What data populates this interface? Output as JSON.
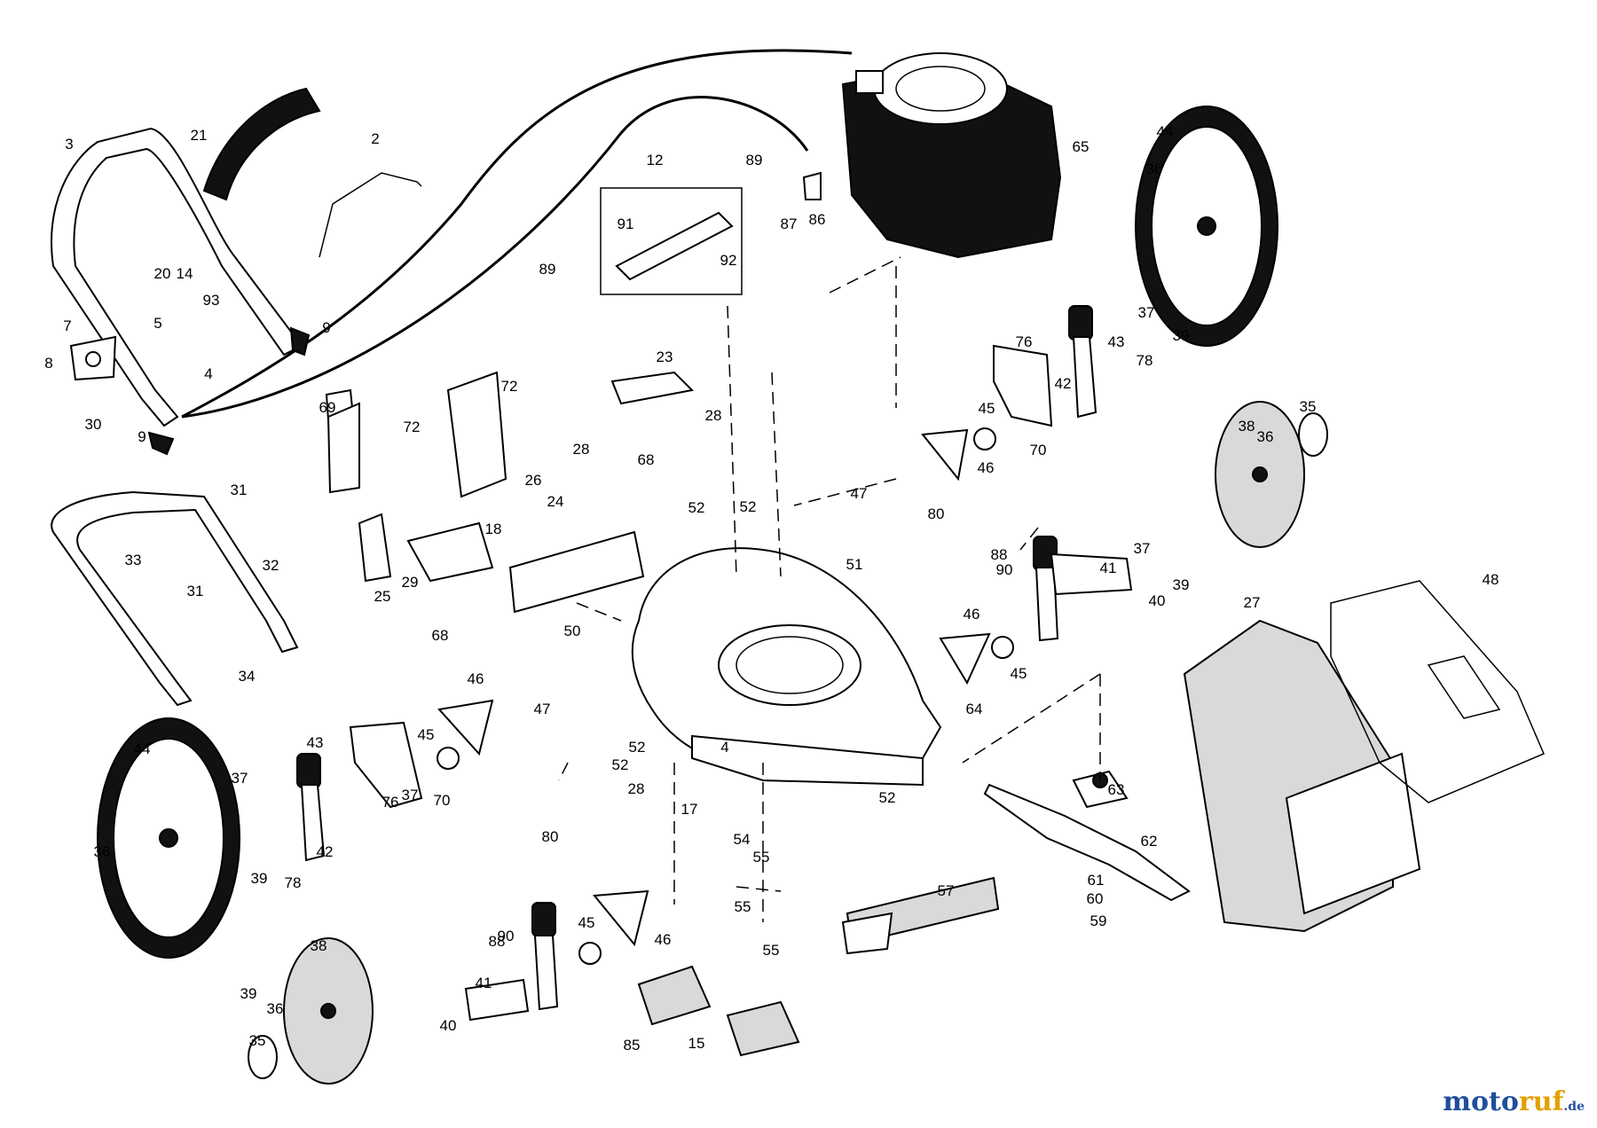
{
  "diagram": {
    "type": "exploded-parts-diagram",
    "callouts": [
      {
        "label": "2"
      },
      {
        "label": "3"
      },
      {
        "label": "4"
      },
      {
        "label": "4"
      },
      {
        "label": "5"
      },
      {
        "label": "7"
      },
      {
        "label": "8"
      },
      {
        "label": "9"
      },
      {
        "label": "9"
      },
      {
        "label": "12"
      },
      {
        "label": "14"
      },
      {
        "label": "15"
      },
      {
        "label": "17"
      },
      {
        "label": "18"
      },
      {
        "label": "20"
      },
      {
        "label": "21"
      },
      {
        "label": "23"
      },
      {
        "label": "24"
      },
      {
        "label": "25"
      },
      {
        "label": "26"
      },
      {
        "label": "27"
      },
      {
        "label": "28"
      },
      {
        "label": "28"
      },
      {
        "label": "28"
      },
      {
        "label": "29"
      },
      {
        "label": "30"
      },
      {
        "label": "31"
      },
      {
        "label": "31"
      },
      {
        "label": "32"
      },
      {
        "label": "33"
      },
      {
        "label": "34"
      },
      {
        "label": "35"
      },
      {
        "label": "35"
      },
      {
        "label": "36"
      },
      {
        "label": "36"
      },
      {
        "label": "36"
      },
      {
        "label": "36"
      },
      {
        "label": "37"
      },
      {
        "label": "37"
      },
      {
        "label": "37"
      },
      {
        "label": "37"
      },
      {
        "label": "38"
      },
      {
        "label": "38"
      },
      {
        "label": "39"
      },
      {
        "label": "39"
      },
      {
        "label": "39"
      },
      {
        "label": "39"
      },
      {
        "label": "40"
      },
      {
        "label": "40"
      },
      {
        "label": "41"
      },
      {
        "label": "41"
      },
      {
        "label": "42"
      },
      {
        "label": "42"
      },
      {
        "label": "43"
      },
      {
        "label": "43"
      },
      {
        "label": "44"
      },
      {
        "label": "44"
      },
      {
        "label": "45"
      },
      {
        "label": "45"
      },
      {
        "label": "45"
      },
      {
        "label": "45"
      },
      {
        "label": "46"
      },
      {
        "label": "46"
      },
      {
        "label": "46"
      },
      {
        "label": "46"
      },
      {
        "label": "47"
      },
      {
        "label": "47"
      },
      {
        "label": "48"
      },
      {
        "label": "50"
      },
      {
        "label": "51"
      },
      {
        "label": "52"
      },
      {
        "label": "52"
      },
      {
        "label": "52"
      },
      {
        "label": "52"
      },
      {
        "label": "52"
      },
      {
        "label": "54"
      },
      {
        "label": "55"
      },
      {
        "label": "55"
      },
      {
        "label": "55"
      },
      {
        "label": "57"
      },
      {
        "label": "59"
      },
      {
        "label": "60"
      },
      {
        "label": "61"
      },
      {
        "label": "62"
      },
      {
        "label": "63"
      },
      {
        "label": "64"
      },
      {
        "label": "65"
      },
      {
        "label": "68"
      },
      {
        "label": "68"
      },
      {
        "label": "69"
      },
      {
        "label": "70"
      },
      {
        "label": "70"
      },
      {
        "label": "72"
      },
      {
        "label": "72"
      },
      {
        "label": "76"
      },
      {
        "label": "76"
      },
      {
        "label": "78"
      },
      {
        "label": "78"
      },
      {
        "label": "80"
      },
      {
        "label": "80"
      },
      {
        "label": "85"
      },
      {
        "label": "86"
      },
      {
        "label": "87"
      },
      {
        "label": "88"
      },
      {
        "label": "88"
      },
      {
        "label": "89"
      },
      {
        "label": "89"
      },
      {
        "label": "90"
      },
      {
        "label": "90"
      },
      {
        "label": "91"
      },
      {
        "label": "92"
      },
      {
        "label": "93"
      }
    ]
  },
  "watermark": {
    "part1": "moto",
    "part2": "ruf",
    "part3": ".de"
  }
}
